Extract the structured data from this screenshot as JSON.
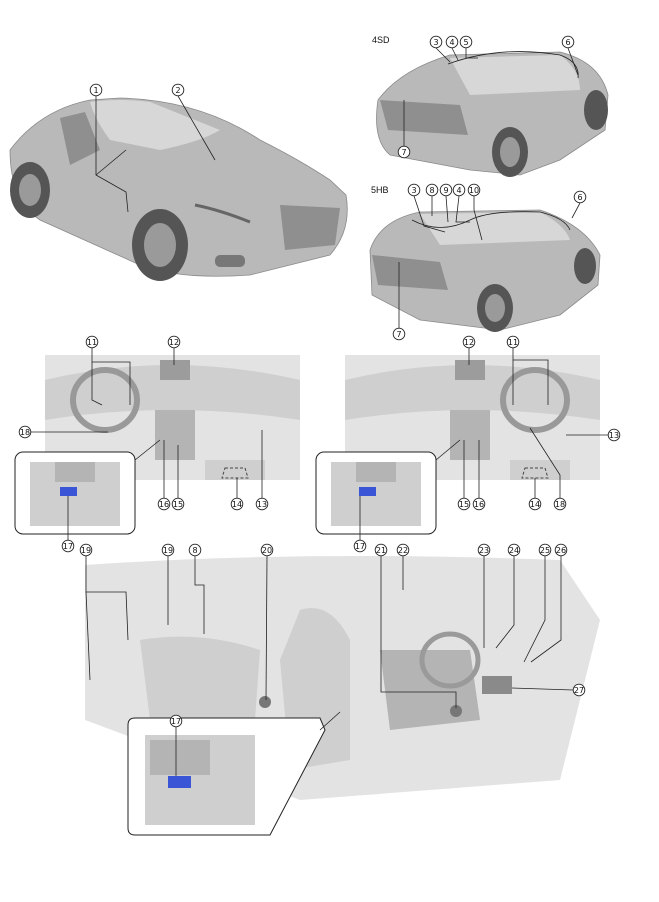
{
  "variants": [
    {
      "id": "sedan",
      "label": "4SD"
    },
    {
      "id": "hatch",
      "label": "5HB"
    }
  ],
  "callouts": [
    {
      "key": "c1",
      "text": "1"
    },
    {
      "key": "c2",
      "text": "2"
    },
    {
      "key": "s3",
      "text": "3"
    },
    {
      "key": "s4",
      "text": "4"
    },
    {
      "key": "s5",
      "text": "5"
    },
    {
      "key": "s6",
      "text": "6"
    },
    {
      "key": "s7",
      "text": "7"
    },
    {
      "key": "h3",
      "text": "3"
    },
    {
      "key": "h8",
      "text": "8"
    },
    {
      "key": "h9",
      "text": "9"
    },
    {
      "key": "h4",
      "text": "4"
    },
    {
      "key": "h10",
      "text": "10"
    },
    {
      "key": "h6",
      "text": "6"
    },
    {
      "key": "h7",
      "text": "7"
    },
    {
      "key": "l11",
      "text": "11"
    },
    {
      "key": "l12",
      "text": "12"
    },
    {
      "key": "l18",
      "text": "18"
    },
    {
      "key": "l16",
      "text": "16"
    },
    {
      "key": "l15",
      "text": "15"
    },
    {
      "key": "l14",
      "text": "14"
    },
    {
      "key": "l13",
      "text": "13"
    },
    {
      "key": "l17",
      "text": "17"
    },
    {
      "key": "r12",
      "text": "12"
    },
    {
      "key": "r11",
      "text": "11"
    },
    {
      "key": "r13",
      "text": "13"
    },
    {
      "key": "r15",
      "text": "15"
    },
    {
      "key": "r16",
      "text": "16"
    },
    {
      "key": "r14",
      "text": "14"
    },
    {
      "key": "r18",
      "text": "18"
    },
    {
      "key": "r17",
      "text": "17"
    },
    {
      "key": "i19a",
      "text": "19"
    },
    {
      "key": "i19b",
      "text": "19"
    },
    {
      "key": "i8",
      "text": "8"
    },
    {
      "key": "i20",
      "text": "20"
    },
    {
      "key": "i21",
      "text": "21"
    },
    {
      "key": "i22",
      "text": "22"
    },
    {
      "key": "i23",
      "text": "23"
    },
    {
      "key": "i24",
      "text": "24"
    },
    {
      "key": "i25",
      "text": "25"
    },
    {
      "key": "i26",
      "text": "26"
    },
    {
      "key": "i27",
      "text": "27"
    },
    {
      "key": "i17",
      "text": "17"
    }
  ]
}
